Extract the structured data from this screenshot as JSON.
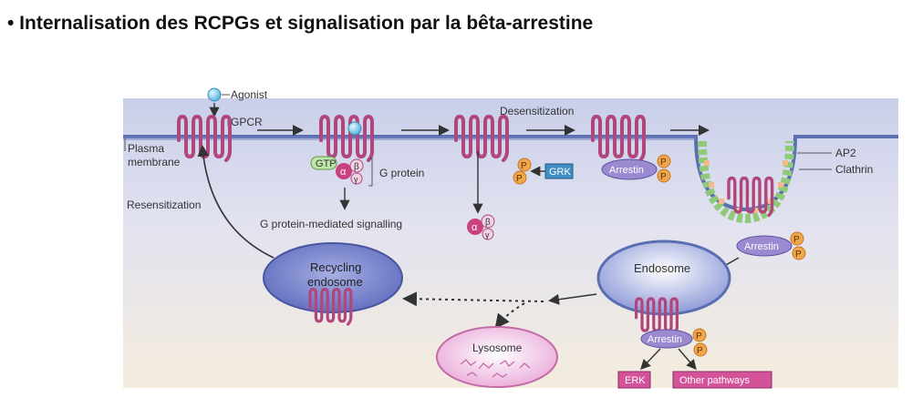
{
  "slide": {
    "title": "• Internalisation des RCPGs et signalisation par la bêta-arrestine"
  },
  "diagram": {
    "labels": {
      "agonist": "Agonist",
      "gpcr": "GPCR",
      "plasma_membrane": "Plasma membrane",
      "plasma": "Plasma",
      "membrane": "membrane",
      "gtp": "GTP",
      "g_protein": "G protein",
      "alpha": "α",
      "beta": "β",
      "gamma": "γ",
      "g_protein_signalling": "G protein-mediated signalling",
      "resensitization": "Resensitization",
      "desensitization": "Desensitization",
      "grk": "GRK",
      "phospho": "P",
      "arrestin": "Arrestin",
      "ap2": "AP2",
      "clathrin": "Clathrin",
      "recycling_line1": "Recycling",
      "recycling_line2": "endosome",
      "endosome": "Endosome",
      "lysosome": "Lysosome",
      "erk": "ERK",
      "other_pathways": "Other pathways"
    },
    "colors": {
      "membrane_band": "#5a6fb0",
      "receptor": "#b1467a",
      "arrestin": "#9b8ad0",
      "phospho": "#f2a64a",
      "grk": "#3f8ec4",
      "agonist": "#6fc3e6",
      "endosome": "#7c87cf",
      "lysosome": "#e8a6d6",
      "clathrin": "#8fc97a",
      "pathway_box": "#d4529a"
    }
  }
}
